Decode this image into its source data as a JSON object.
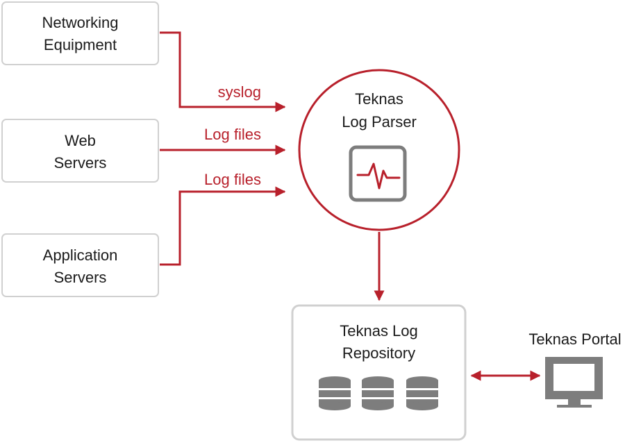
{
  "colors": {
    "accent": "#b8202b",
    "box_border": "#d0d0d0",
    "icon_gray": "#7d7d7d",
    "text": "#1a1a1a"
  },
  "sources": [
    {
      "line1": "Networking",
      "line2": "Equipment"
    },
    {
      "line1": "Web",
      "line2": "Servers"
    },
    {
      "line1": "Application",
      "line2": "Servers"
    }
  ],
  "edges": {
    "networking": "syslog",
    "web": "Log files",
    "application": "Log files"
  },
  "parser": {
    "line1": "Teknas",
    "line2": "Log Parser",
    "icon": "activity-monitor-icon"
  },
  "repository": {
    "line1": "Teknas Log",
    "line2": "Repository",
    "icon": "database-icon"
  },
  "portal": {
    "label": "Teknas Portal",
    "icon": "monitor-icon"
  }
}
